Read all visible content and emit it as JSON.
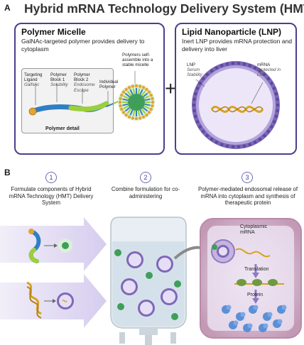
{
  "panel_a": {
    "letter": "A",
    "title": "Hybrid mRNA Technology Delivery System (HMT)",
    "polymer_micelle": {
      "title": "Polymer Micelle",
      "description": "GalNAc-targeted polymer provides delivery to cytoplasm",
      "labels": {
        "targeting_ligand": "Targeting Ligand",
        "targeting_ligand_sub": "GalNAc",
        "block1": "Polymer Block 1",
        "block1_sub": "Solubility",
        "block2": "Polymer Block 2",
        "block2_sub": "Endosome Escape",
        "individual": "Individual Polymer",
        "self_assemble": "Polymers self-assemble into a stable micelle",
        "detail": "Polymer detail"
      }
    },
    "plus": "+",
    "lnp": {
      "title": "Lipid Nanoparticle (LNP)",
      "description": "Inert LNP provides mRNA protection and delivery into liver",
      "labels": {
        "lnp": "LNP",
        "lnp_sub": "Serum Stability",
        "mrna": "mRNA",
        "mrna_sub": "Protected in LNP"
      }
    }
  },
  "panel_b": {
    "letter": "B",
    "steps": [
      {
        "num": "1",
        "text": "Formulate components of Hybrid mRNA Technology (HMT) Delivery System"
      },
      {
        "num": "2",
        "text": "Combine formulation for co-administering"
      },
      {
        "num": "3",
        "text": "Polymer-mediated endosomal release of mRNA into cytoplasm and synthesis of therapeutic protein"
      }
    ],
    "cell_labels": {
      "cytoplasmic_mrna": "Cytoplasmic mRNA",
      "translation": "Translation",
      "protein": "Protein"
    }
  },
  "colors": {
    "box_border": "#4a3f8f",
    "micelle_green": "#3f9e5a",
    "lnp_purple": "#8d7ac4",
    "arrow_lavender": "#d9d2ee",
    "cell_pink": "#c9a0b8"
  }
}
